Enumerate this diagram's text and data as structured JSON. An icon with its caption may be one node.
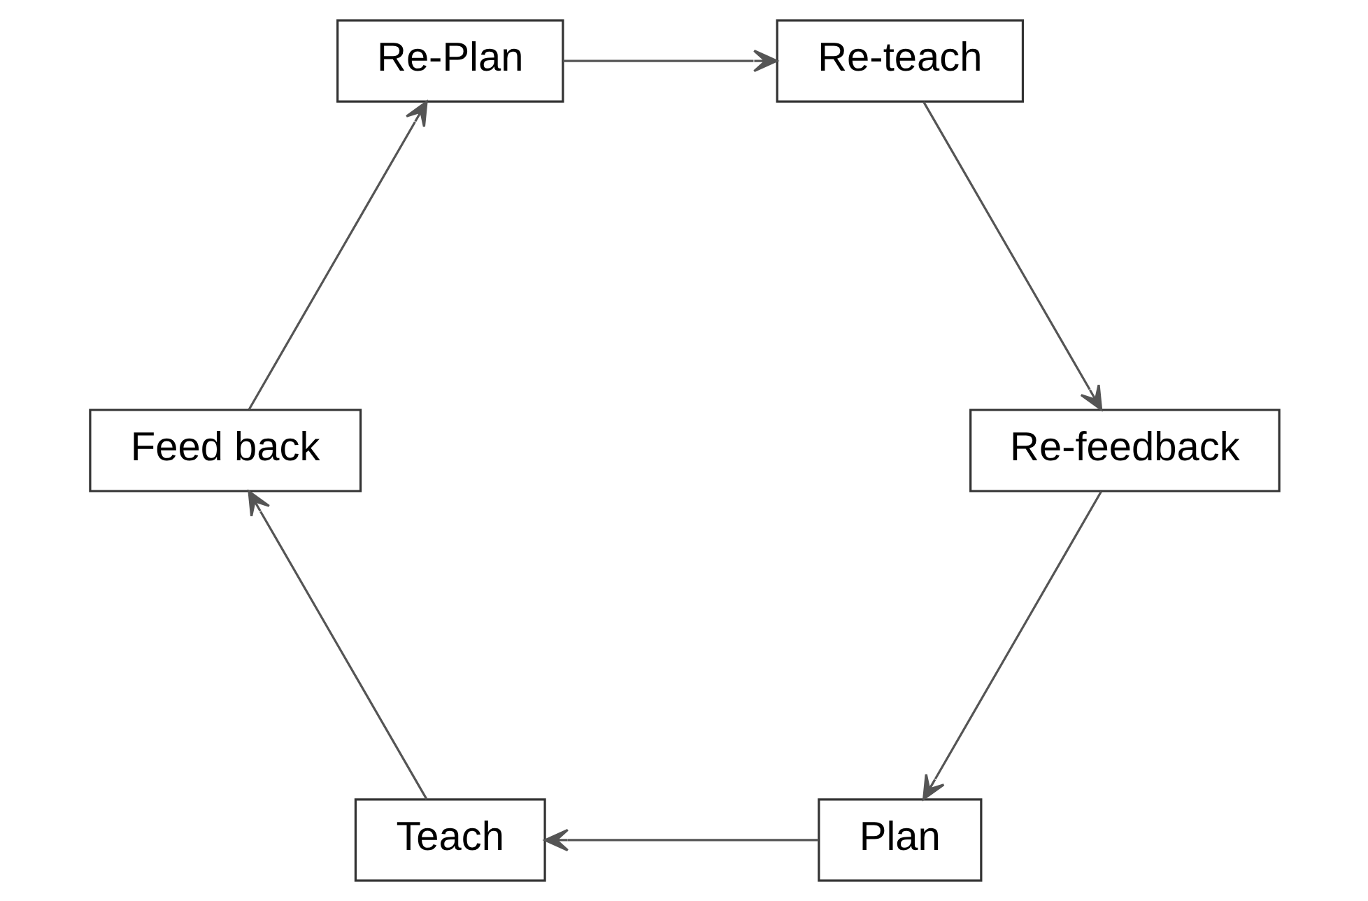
{
  "diagram": {
    "nodes": [
      {
        "text": [
          "Plan"
        ]
      },
      {
        "text": [
          "Teach"
        ]
      },
      {
        "text": [
          "Feed back"
        ]
      },
      {
        "text": [
          "Re-Plan"
        ]
      },
      {
        "text": [
          "Re-teach"
        ]
      },
      {
        "text": [
          "Re-feedback"
        ]
      }
    ],
    "edges": [
      {
        "from": 0,
        "to": 1,
        "arrow": "to"
      },
      {
        "from": 1,
        "to": 2,
        "arrow": "to"
      },
      {
        "from": 2,
        "to": 3,
        "arrow": "to"
      },
      {
        "from": 3,
        "to": 4,
        "arrow": "to"
      },
      {
        "from": 4,
        "to": 5,
        "arrow": "to"
      },
      {
        "from": 5,
        "to": 0,
        "arrow": "to"
      }
    ]
  }
}
